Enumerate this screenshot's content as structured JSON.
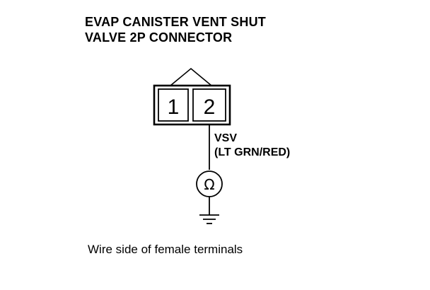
{
  "diagram": {
    "title_line1": "EVAP CANISTER VENT SHUT",
    "title_line2": "VALVE 2P CONNECTOR",
    "connector": {
      "pins": [
        "1",
        "2"
      ]
    },
    "wire": {
      "name": "VSV",
      "color": "(LT GRN/RED)"
    },
    "meter_symbol": "Ω",
    "caption": "Wire side of female terminals"
  }
}
